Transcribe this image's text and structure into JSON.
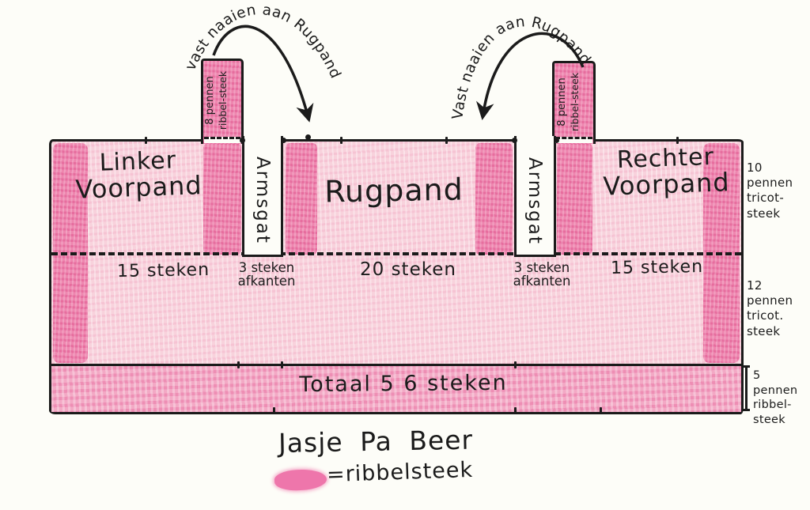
{
  "colors": {
    "ink": "#1b1b1b",
    "pink_light": "#f8d2dc",
    "pink_dark": "#ee86af",
    "pink_band": "#f3a9c5",
    "pink_swatch": "#ec5f9e"
  },
  "panels": {
    "left_front": {
      "line1": "Linker",
      "line2": "Voorpand"
    },
    "back": {
      "label": "Rugpand"
    },
    "right_front": {
      "line1": "Rechter",
      "line2": "Voorpand"
    }
  },
  "armholes": {
    "left": "Armsgat",
    "right": "Armsgat"
  },
  "shoulder_tabs": {
    "left": {
      "line1": "8 pennen",
      "line2": "ribbel-steek"
    },
    "right": {
      "line1": "8 pennen",
      "line2": "ribbel-steek"
    }
  },
  "sew_arrows": {
    "left": "vast naaien aan Rugpand",
    "right": "Vast naaien aan Rugpand"
  },
  "stitch_counts": {
    "left_front": "15 steken",
    "back": "20 steken",
    "right_front": "15 steken",
    "left_bindoff_line1": "3 steken",
    "left_bindoff_line2": "afkanten",
    "right_bindoff_line1": "3 steken",
    "right_bindoff_line2": "afkanten",
    "total": "Totaal 5 6 steken"
  },
  "side_notes": {
    "top": {
      "line1": "10 pennen",
      "line2": "tricot-",
      "line3": "steek"
    },
    "middle": {
      "line1": "12 pennen",
      "line2": "tricot.",
      "line3": "steek"
    },
    "bottom": {
      "line1": "5 pennen",
      "line2": "ribbel-",
      "line3": "steek"
    }
  },
  "footer": {
    "title": "Jasje  Pa Beer",
    "legend": "=ribbelsteek"
  }
}
